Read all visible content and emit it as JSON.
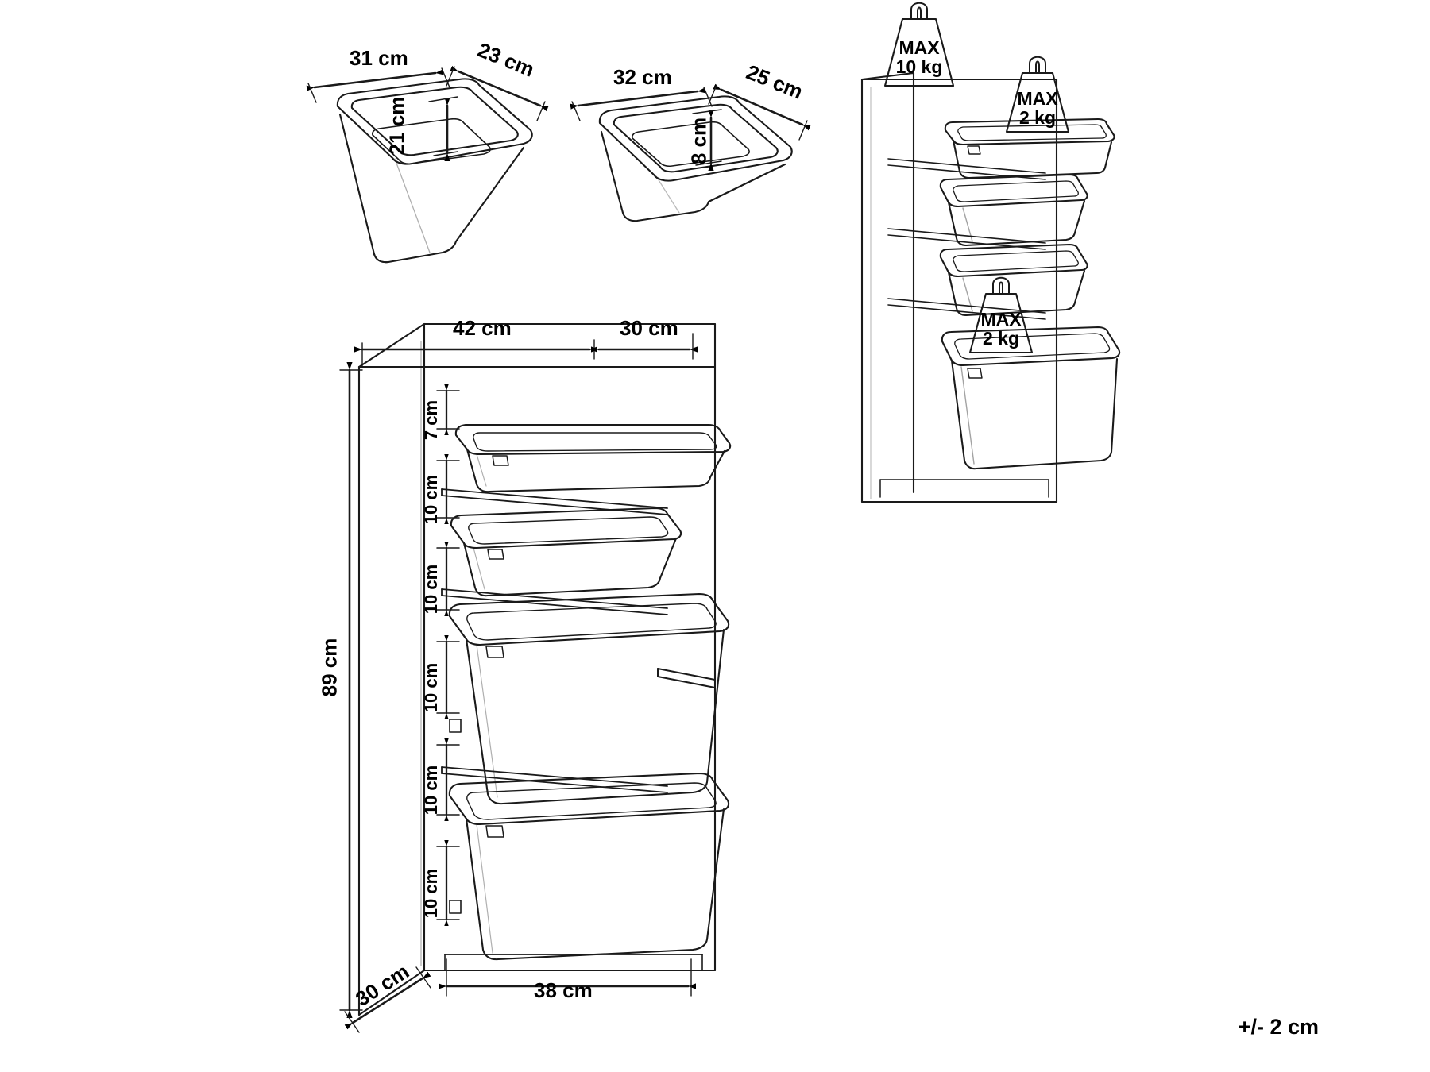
{
  "page": {
    "tolerance_note": "+/- 2 cm"
  },
  "figures": {
    "large_bin": {
      "name": "large-storage-bin",
      "dimensions": {
        "width": "31 cm",
        "depth": "23 cm",
        "height": "21 cm"
      }
    },
    "small_bin": {
      "name": "small-storage-bin",
      "dimensions": {
        "width": "32 cm",
        "depth": "25 cm",
        "height": "8 cm"
      }
    },
    "shelf_unit": {
      "name": "storage-unit-dimensions",
      "dimensions": {
        "total_width": "42 cm",
        "total_depth": "30 cm",
        "total_height": "89 cm",
        "inner_width": "38 cm",
        "bottom_depth": "30 cm",
        "gap_top": "7 cm",
        "slot_1": "10 cm",
        "slot_2": "10 cm",
        "slot_3": "10 cm",
        "slot_4": "10 cm",
        "slot_5": "10 cm"
      }
    },
    "load_unit": {
      "name": "storage-unit-max-load",
      "loads": [
        {
          "line1": "MAX",
          "line2": "10 kg"
        },
        {
          "line1": "MAX",
          "line2": "2 kg"
        },
        {
          "line1": "MAX",
          "line2": "2 kg"
        }
      ]
    }
  }
}
